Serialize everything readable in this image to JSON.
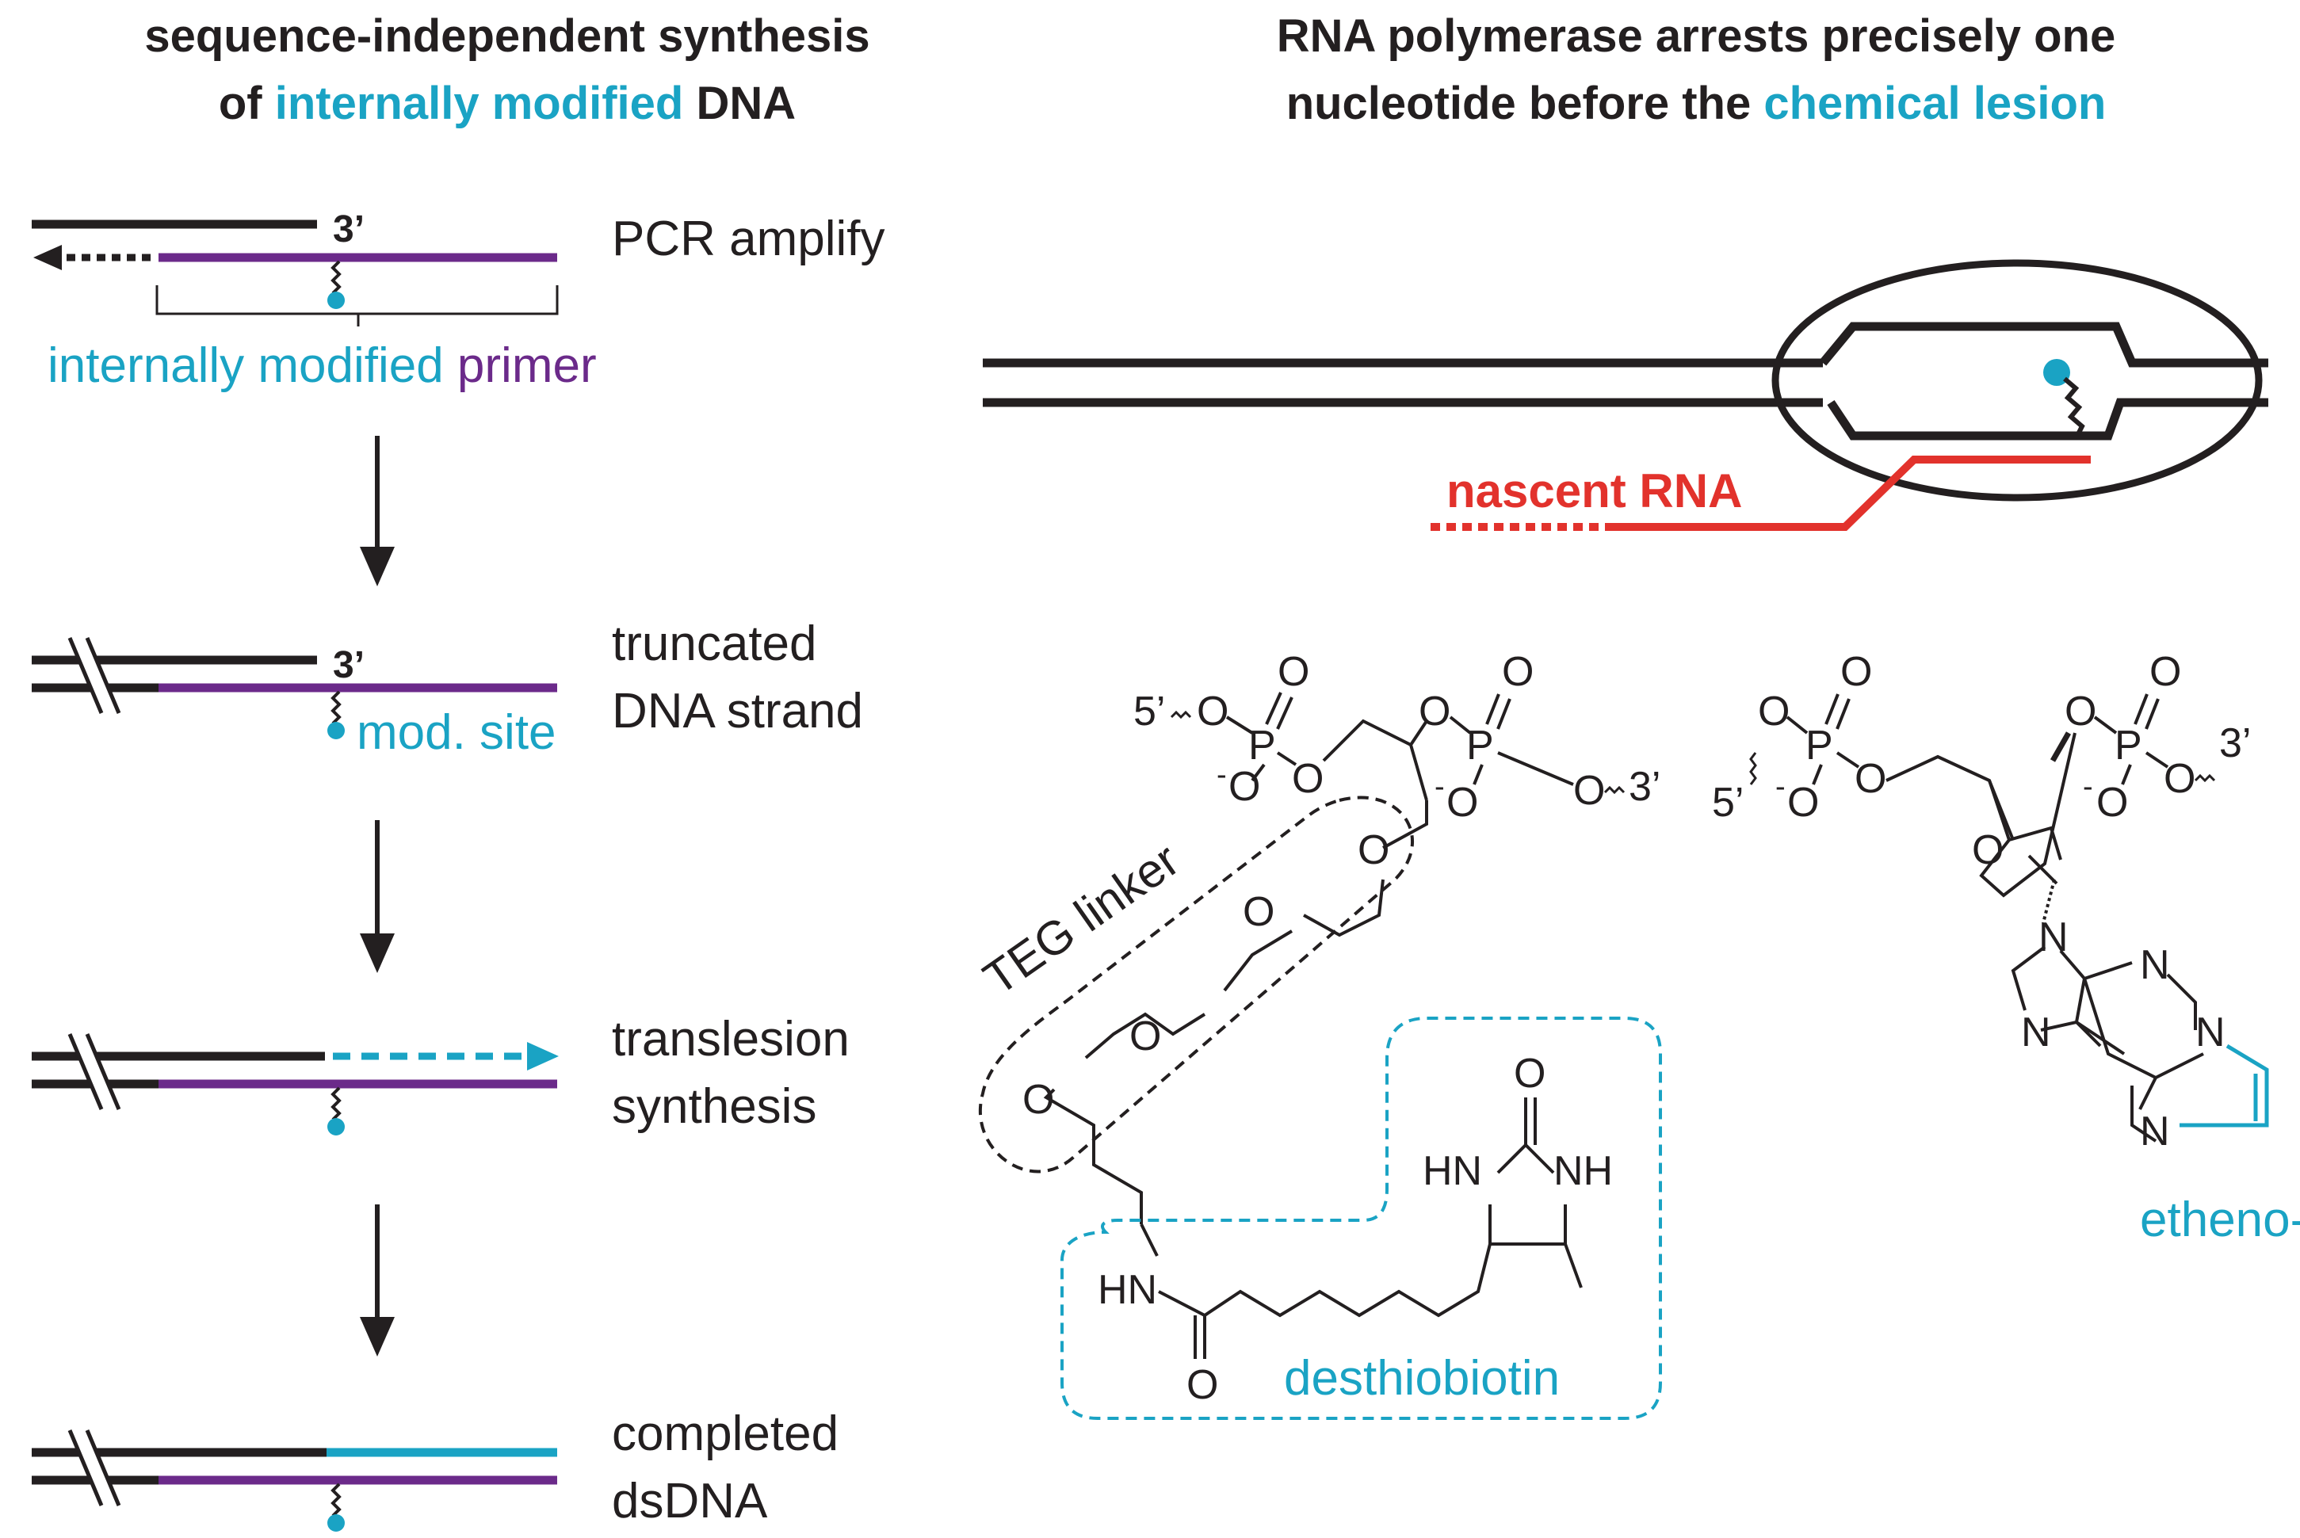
{
  "colors": {
    "black": "#231f20",
    "purple": "#6b2a8a",
    "cyan": "#1aa3c4",
    "red": "#e2322c"
  },
  "left_title": {
    "line1": "sequence-independent synthesis",
    "line2_pre": "of ",
    "line2_accent": "internally modified",
    "line2_post": " DNA"
  },
  "right_title": {
    "line1": "RNA polymerase arrests precisely one",
    "line2_pre": "nucleotide before the ",
    "line2_accent": "chemical lesion"
  },
  "steps": [
    {
      "label_lines": [
        "PCR amplify"
      ],
      "end_label": "3’"
    },
    {
      "label_lines": [
        "truncated",
        "DNA strand"
      ],
      "end_label": "3’",
      "site_label": "mod. site"
    },
    {
      "label_lines": [
        "translesion",
        "synthesis"
      ]
    },
    {
      "label_lines": [
        "completed",
        "dsDNA"
      ]
    }
  ],
  "primer_label": {
    "accent": "internally modified",
    "rest": " primer"
  },
  "polymerase": {
    "rna_label": "nascent RNA"
  },
  "structure1": {
    "five_prime": "5’",
    "three_prime": "3’",
    "atoms": {
      "O": "O",
      "P": "P",
      "minus": "-",
      "HN": "HN",
      "NH": "NH"
    },
    "teg_label": "TEG linker",
    "desthiobiotin_label": "desthiobiotin"
  },
  "structure2": {
    "five_prime": "5’",
    "three_prime": "3’",
    "atoms": {
      "O": "O",
      "P": "P",
      "N": "N",
      "minus": "-"
    },
    "label": "etheno-dA"
  }
}
